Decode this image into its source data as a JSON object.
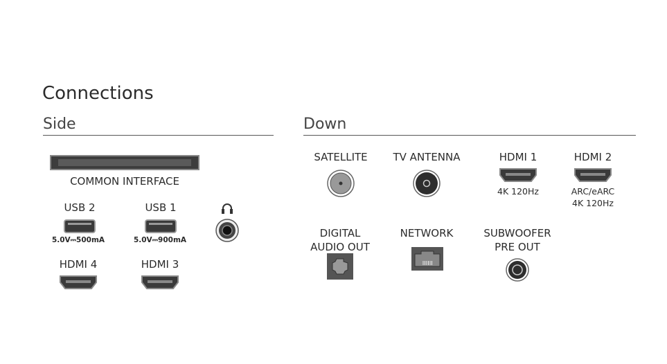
{
  "title": "Connections",
  "side": {
    "heading": "Side",
    "common_interface": "COMMON INTERFACE",
    "usb2": {
      "label": "USB 2",
      "spec": "5.0V⎓500mA"
    },
    "usb1": {
      "label": "USB 1",
      "spec": "5.0V⎓900mA"
    },
    "hdmi4": "HDMI 4",
    "hdmi3": "HDMI 3"
  },
  "down": {
    "heading": "Down",
    "satellite": "SATELLITE",
    "tv_antenna": "TV ANTENNA",
    "hdmi1": {
      "label": "HDMI 1",
      "sub": "4K 120Hz"
    },
    "hdmi2": {
      "label": "HDMI 2",
      "sub1": "ARC/eARC",
      "sub2": "4K 120Hz"
    },
    "digital_audio": {
      "line1": "DIGITAL",
      "line2": "AUDIO OUT"
    },
    "network": "NETWORK",
    "subwoofer": {
      "line1": "SUBWOOFER",
      "line2": "PRE OUT"
    }
  }
}
